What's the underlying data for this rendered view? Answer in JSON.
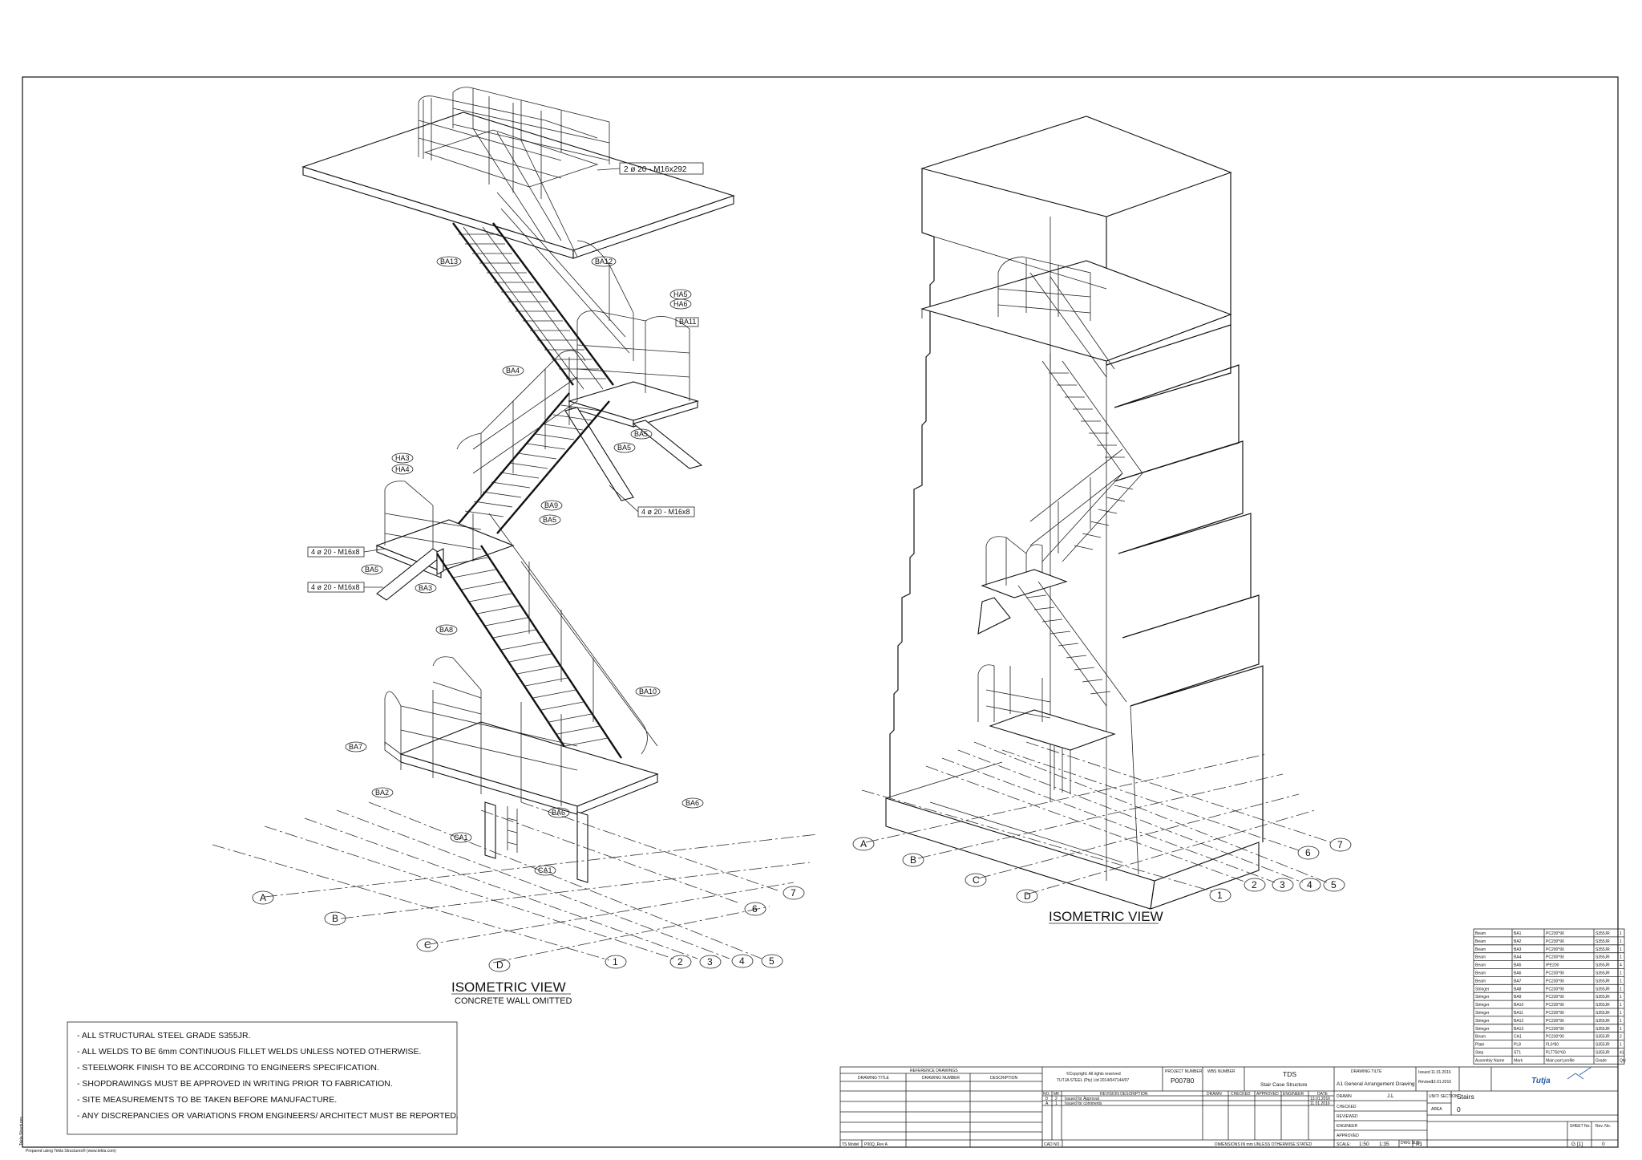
{
  "left_view": {
    "title": "ISOMETRIC VIEW",
    "subtitle": "CONCRETE WALL OMITTED",
    "callouts": [
      "2 ø 20 - M16x292",
      "4 ø 20 - M16x8",
      "4 ø 20 - M16x8",
      "4 ø 20 - M16x8"
    ],
    "marks": [
      "BA13",
      "BA12",
      "HA5",
      "HA6",
      "BA11",
      "BA4",
      "BA5",
      "BA5",
      "HA3",
      "HA4",
      "BA9",
      "BA5",
      "BA5",
      "BA3",
      "BA8",
      "BA10",
      "BA7",
      "BA2",
      "BA6",
      "BA6",
      "CA1",
      "CA1"
    ],
    "grid_letters": [
      "A",
      "B",
      "C",
      "D"
    ],
    "grid_numbers": [
      "1",
      "2",
      "3",
      "4",
      "5",
      "6",
      "7"
    ]
  },
  "right_view": {
    "title": "ISOMETRIC VIEW",
    "grid_letters": [
      "A",
      "B",
      "C",
      "D"
    ],
    "grid_numbers": [
      "1",
      "2",
      "3",
      "4",
      "5",
      "6",
      "7"
    ]
  },
  "notes": [
    "- ALL STRUCTURAL STEEL GRADE S355JR.",
    "- ALL WELDS TO BE 6mm CONTINUOUS FILLET WELDS UNLESS NOTED OTHERWISE.",
    "- STEELWORK FINISH TO BE ACCORDING TO ENGINEERS SPECIFICATION.",
    "- SHOPDRAWINGS MUST BE APPROVED IN WRITING PRIOR TO FABRICATION.",
    "- SITE MEASUREMENTS TO BE TAKEN BEFORE MANUFACTURE.",
    "- ANY DISCREPANCIES OR VARIATIONS FROM ENGINEERS/   ARCHITECT MUST BE REPORTED."
  ],
  "side_text": "Tekla Structures",
  "footer_small": "Prepared using Tekla Structures® (www.tekla.com)",
  "parts_list": {
    "rows": [
      [
        "Beam",
        "BA1",
        "PC230*90",
        "S355JR",
        "1"
      ],
      [
        "Beam",
        "BA2",
        "PC230*90",
        "S355JR",
        "1"
      ],
      [
        "Beam",
        "BA3",
        "PC200*90",
        "S355JR",
        "1"
      ],
      [
        "Beam",
        "BA4",
        "PC200*90",
        "S355JR",
        "1"
      ],
      [
        "Beam",
        "BA5",
        "IPE200",
        "S355JR",
        "4"
      ],
      [
        "Beam",
        "BA6",
        "PC230*90",
        "S355JR",
        "1"
      ],
      [
        "Beam",
        "BA7",
        "PC230*90",
        "S355JR",
        "1"
      ],
      [
        "Stringer",
        "BA8",
        "PC230*90",
        "S355JR",
        "1"
      ],
      [
        "Stringer",
        "BA9",
        "PC230*90",
        "S355JR",
        "1"
      ],
      [
        "Stringer",
        "BA10",
        "PC230*90",
        "S355JR",
        "1"
      ],
      [
        "Stringer",
        "BA11",
        "PC230*90",
        "S355JR",
        "1"
      ],
      [
        "Stringer",
        "BA12",
        "PC230*90",
        "S355JR",
        "1"
      ],
      [
        "Stringer",
        "BA13",
        "PC230*90",
        "S355JR",
        "1"
      ],
      [
        "Beam",
        "CA1",
        "PC230*90",
        "S355JR",
        "2"
      ],
      [
        "Plate",
        "PL8",
        "FL6*80",
        "S355JR",
        "1"
      ],
      [
        "Step",
        "ST1",
        "PLT750*60",
        "S355JR",
        "41"
      ]
    ],
    "header": [
      "Assembly Name",
      "Mark",
      "Main part profile",
      "Grade",
      "Qty"
    ]
  },
  "title_block": {
    "ref_heading": "REFERENCE DRAWINGS",
    "drawing_title_col": "DRAWING TITLE",
    "drawing_number_col": "DRAWING NUMBER",
    "description_col": "DESCRIPTION",
    "copyright_1": "©Copyright: All rights reserved",
    "copyright_2": "TUTJA STEEL (Pty) Ltd 2014/047144/07",
    "project_number_label": "PROJECT NUMBER",
    "project_number": "P00780",
    "wbs_label": "WBS NUMBER",
    "client": "TDS",
    "project": "Stair Case Structure",
    "drawing_title_label": "DRAWING TILTE",
    "drawing_title": "A1 General Arrangement Drawing",
    "issued_label": "Issued",
    "issued": "11.01.2016",
    "revised_label": "Revised",
    "revised": "13.01.2016",
    "logo": "Tutja",
    "rev_headers": [
      "NO.",
      "MK",
      "REVISION DESCRIPTION",
      "DRAWN",
      "CHECKED",
      "APPROVED",
      "ENGINEER",
      "DATE"
    ],
    "revisions": [
      [
        "0",
        "2",
        "Issued for Approval",
        "13.01.2016"
      ],
      [
        "A",
        "1",
        "Issued for comments",
        "11.01.2016"
      ]
    ],
    "drawn_label": "DRAWN",
    "drawn_by": "J.L",
    "checked_label": "CHECKED",
    "reviewed_label": "REVIEWED",
    "engineer_label": "ENGINEER",
    "approved_label": "APPROVED",
    "unit_label": "UNIT/ SECTION",
    "unit": "Stairs",
    "area_label": "AREA",
    "area": "0",
    "sheet_label": "SHEET No.",
    "sheet": "G [1]",
    "rev_label": "Rev. No.",
    "rev": "0",
    "model_label": "TS Model",
    "model": "P00Q_Rev A",
    "cad_label": "CAD NO.",
    "dims_note": "DIMENSIONS IN mm UNLESS OTHERWISE STATED",
    "scale_label": "SCALE:",
    "scale_1": "1:50",
    "scale_2": "1:35",
    "dwg_size_label": "DWG SIZE",
    "dwg_size": "A1"
  }
}
